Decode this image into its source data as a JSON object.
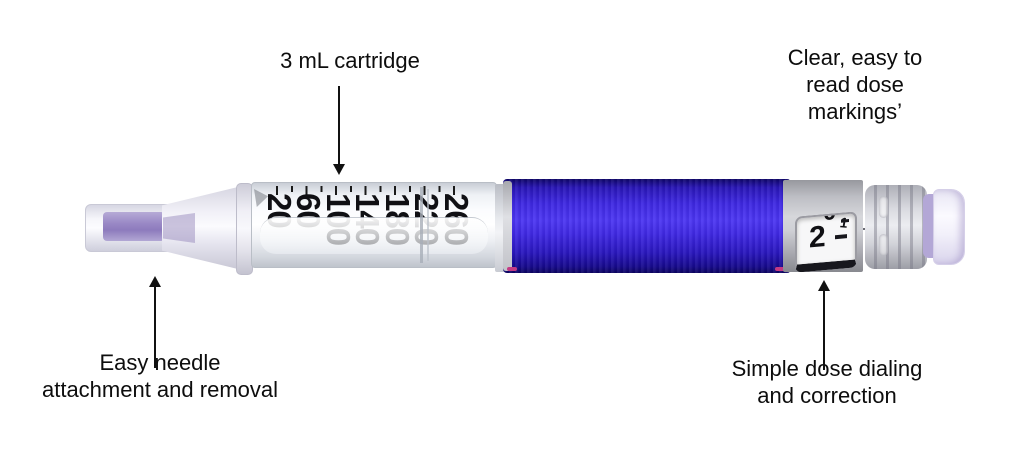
{
  "annotations": {
    "cartridge": {
      "text": "3 mL cartridge"
    },
    "dose_markings": {
      "lines": [
        "Clear, easy to",
        "read dose",
        "markings’"
      ]
    },
    "needle": {
      "lines": [
        "Easy needle",
        "attachment and removal"
      ]
    },
    "dialing": {
      "lines": [
        "Simple dose dialing",
        "and correction"
      ]
    }
  },
  "pen": {
    "cartridge": {
      "scale_numbers": [
        "20",
        "60",
        "100",
        "140",
        "180",
        "220",
        "260"
      ]
    },
    "dose_window": {
      "current": "2",
      "partial_next": "0",
      "small_mark": "1"
    },
    "colors": {
      "body_blue": "#3e28e2",
      "body_blue_dark": "#14077e",
      "needle_lavender": "#9a89c6",
      "button_lavender": "#b3a7d6",
      "sleeve_gray": "#bdbec4",
      "ink": "#111111"
    }
  }
}
